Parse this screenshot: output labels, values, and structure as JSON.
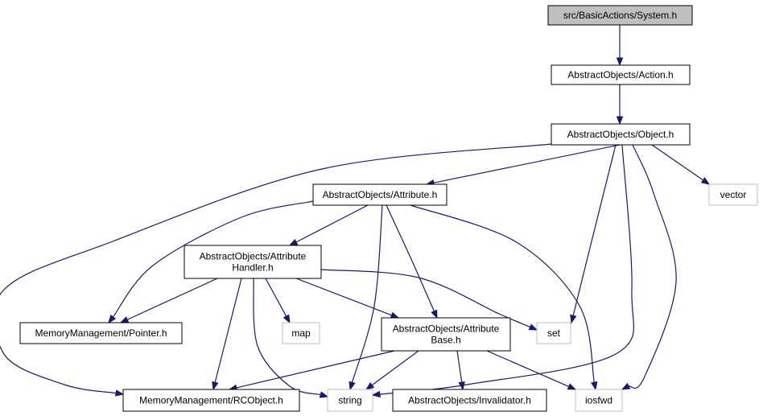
{
  "diagram": {
    "nodes": [
      {
        "id": "system",
        "lines": [
          "src/BasicActions/System.h"
        ],
        "kind": "root"
      },
      {
        "id": "action",
        "lines": [
          "AbstractObjects/Action.h"
        ],
        "kind": "file"
      },
      {
        "id": "object",
        "lines": [
          "AbstractObjects/Object.h"
        ],
        "kind": "file"
      },
      {
        "id": "vector",
        "lines": [
          "vector"
        ],
        "kind": "external"
      },
      {
        "id": "attribute",
        "lines": [
          "AbstractObjects/Attribute.h"
        ],
        "kind": "file"
      },
      {
        "id": "attrhandler",
        "lines": [
          "AbstractObjects/Attribute",
          "Handler.h"
        ],
        "kind": "file"
      },
      {
        "id": "pointer",
        "lines": [
          "MemoryManagement/Pointer.h"
        ],
        "kind": "file"
      },
      {
        "id": "map",
        "lines": [
          "map"
        ],
        "kind": "external"
      },
      {
        "id": "attrbase",
        "lines": [
          "AbstractObjects/Attribute",
          "Base.h"
        ],
        "kind": "file"
      },
      {
        "id": "set",
        "lines": [
          "set"
        ],
        "kind": "external"
      },
      {
        "id": "rcobject",
        "lines": [
          "MemoryManagement/RCObject.h"
        ],
        "kind": "file"
      },
      {
        "id": "string",
        "lines": [
          "string"
        ],
        "kind": "external"
      },
      {
        "id": "invalidator",
        "lines": [
          "AbstractObjects/Invalidator.h"
        ],
        "kind": "file"
      },
      {
        "id": "iosfwd",
        "lines": [
          "iosfwd"
        ],
        "kind": "external"
      }
    ],
    "edges": [
      {
        "from": "system",
        "to": "action"
      },
      {
        "from": "action",
        "to": "object"
      },
      {
        "from": "object",
        "to": "attribute"
      },
      {
        "from": "object",
        "to": "vector"
      },
      {
        "from": "object",
        "to": "rcobject"
      },
      {
        "from": "object",
        "to": "set"
      },
      {
        "from": "object",
        "to": "string"
      },
      {
        "from": "object",
        "to": "iosfwd"
      },
      {
        "from": "attribute",
        "to": "attrhandler"
      },
      {
        "from": "attribute",
        "to": "pointer"
      },
      {
        "from": "attribute",
        "to": "attrbase"
      },
      {
        "from": "attribute",
        "to": "string"
      },
      {
        "from": "attribute",
        "to": "iosfwd"
      },
      {
        "from": "attrhandler",
        "to": "pointer"
      },
      {
        "from": "attrhandler",
        "to": "map"
      },
      {
        "from": "attrhandler",
        "to": "attrbase"
      },
      {
        "from": "attrhandler",
        "to": "set"
      },
      {
        "from": "attrhandler",
        "to": "rcobject"
      },
      {
        "from": "attrhandler",
        "to": "string"
      },
      {
        "from": "attrbase",
        "to": "rcobject"
      },
      {
        "from": "attrbase",
        "to": "string"
      },
      {
        "from": "attrbase",
        "to": "invalidator"
      },
      {
        "from": "attrbase",
        "to": "iosfwd"
      }
    ]
  }
}
